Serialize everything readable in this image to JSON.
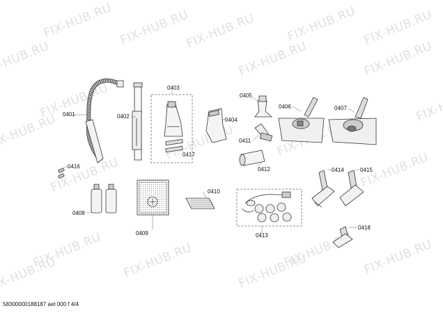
{
  "watermark": "FIX-HUB.RU",
  "footer": "58300000188187 aet 000 f 4/4",
  "parts": {
    "p0401": "0401",
    "p0402": "0402",
    "p0403": "0403",
    "p0404": "0404",
    "p0405": "0405",
    "p0406": "0406",
    "p0407": "0407",
    "p0408": "0408",
    "p0409": "0409",
    "p0410": "0410",
    "p0411": "0411",
    "p0412": "0412",
    "p0413": "0413",
    "p0414": "0414",
    "p0415": "0415",
    "p0416": "0416",
    "p0417": "0417",
    "p0418": "0418"
  }
}
